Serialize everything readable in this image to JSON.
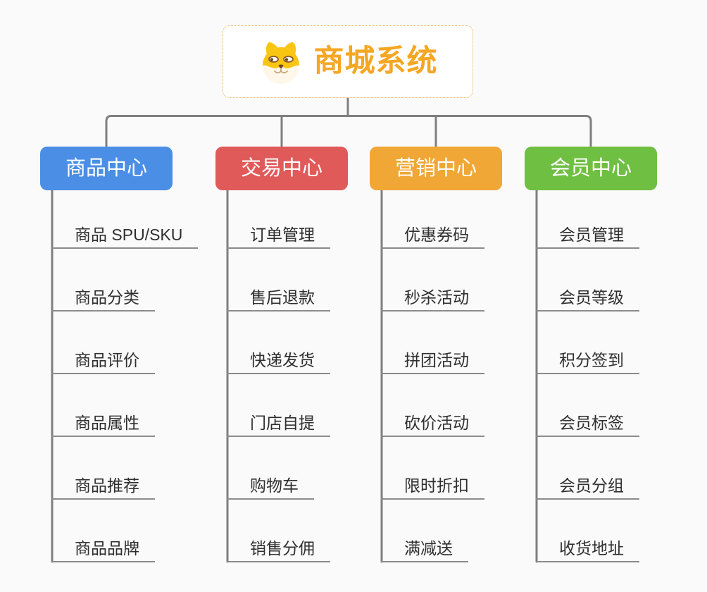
{
  "root": {
    "title": "商城系统",
    "icon": "doge-face-icon",
    "title_color": "#F5A623",
    "border_color": "#ECAD4F"
  },
  "branches": [
    {
      "label": "商品中心",
      "color": "#4A8EE6",
      "items": [
        "商品 SPU/SKU",
        "商品分类",
        "商品评价",
        "商品属性",
        "商品推荐",
        "商品品牌"
      ]
    },
    {
      "label": "交易中心",
      "color": "#E15A5A",
      "items": [
        "订单管理",
        "售后退款",
        "快递发货",
        "门店自提",
        "购物车",
        "销售分佣"
      ]
    },
    {
      "label": "营销中心",
      "color": "#F0A735",
      "items": [
        "优惠券码",
        "秒杀活动",
        "拼团活动",
        "砍价活动",
        "限时折扣",
        "满减送"
      ]
    },
    {
      "label": "会员中心",
      "color": "#6FBF42",
      "items": [
        "会员管理",
        "会员等级",
        "积分签到",
        "会员标签",
        "会员分组",
        "收货地址"
      ]
    }
  ],
  "colors": {
    "canvas_bg": "#FAFAFA",
    "connector": "#7F7F7F",
    "underline": "#8B8B8B",
    "item_text": "#2F2F2F",
    "branch_text": "#FFFFFF"
  }
}
